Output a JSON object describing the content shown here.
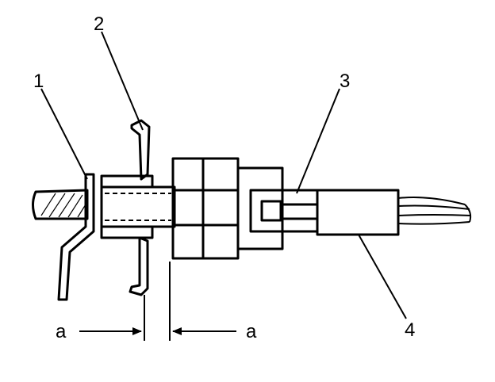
{
  "callouts": {
    "c1": "1",
    "c2": "2",
    "c3": "3",
    "c4": "4"
  },
  "dimension": {
    "left_label": "a",
    "right_label": "a"
  }
}
